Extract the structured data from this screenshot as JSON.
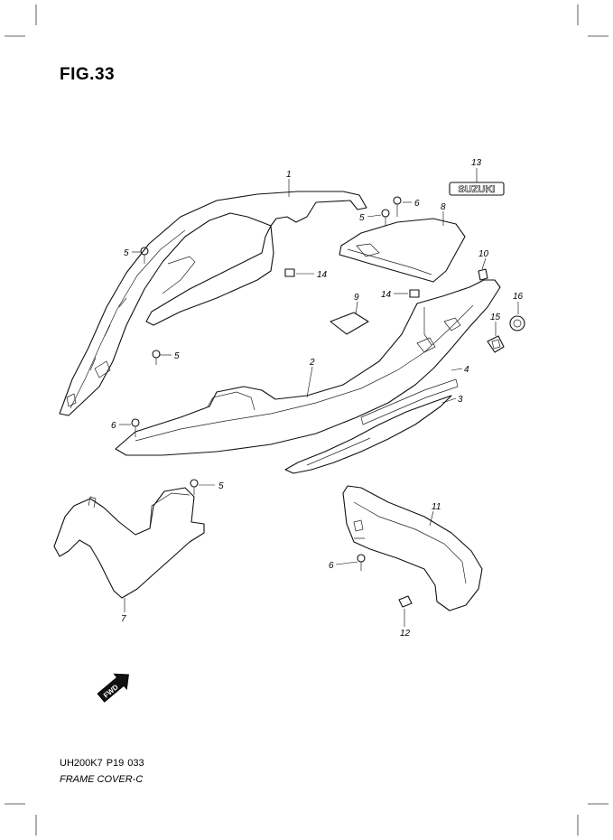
{
  "figure": {
    "title": "FIG.33"
  },
  "footer": {
    "model": "UH200K7",
    "page": "P19",
    "fig_no": "033",
    "caption": "FRAME COVER-C"
  },
  "badge": {
    "text": "SUZUKI"
  },
  "fwd": {
    "text": "FWD"
  },
  "callouts": [
    {
      "id": "c1",
      "label": "1"
    },
    {
      "id": "c2",
      "label": "2"
    },
    {
      "id": "c3",
      "label": "3"
    },
    {
      "id": "c4",
      "label": "4"
    },
    {
      "id": "c5a",
      "label": "5"
    },
    {
      "id": "c5b",
      "label": "5"
    },
    {
      "id": "c5c",
      "label": "5"
    },
    {
      "id": "c5d",
      "label": "5"
    },
    {
      "id": "c6a",
      "label": "6"
    },
    {
      "id": "c6b",
      "label": "6"
    },
    {
      "id": "c6c",
      "label": "6"
    },
    {
      "id": "c7",
      "label": "7"
    },
    {
      "id": "c8",
      "label": "8"
    },
    {
      "id": "c9",
      "label": "9"
    },
    {
      "id": "c10",
      "label": "10"
    },
    {
      "id": "c11",
      "label": "11"
    },
    {
      "id": "c12",
      "label": "12"
    },
    {
      "id": "c13",
      "label": "13"
    },
    {
      "id": "c14a",
      "label": "14"
    },
    {
      "id": "c14b",
      "label": "14"
    },
    {
      "id": "c15",
      "label": "15"
    },
    {
      "id": "c16",
      "label": "16"
    }
  ]
}
